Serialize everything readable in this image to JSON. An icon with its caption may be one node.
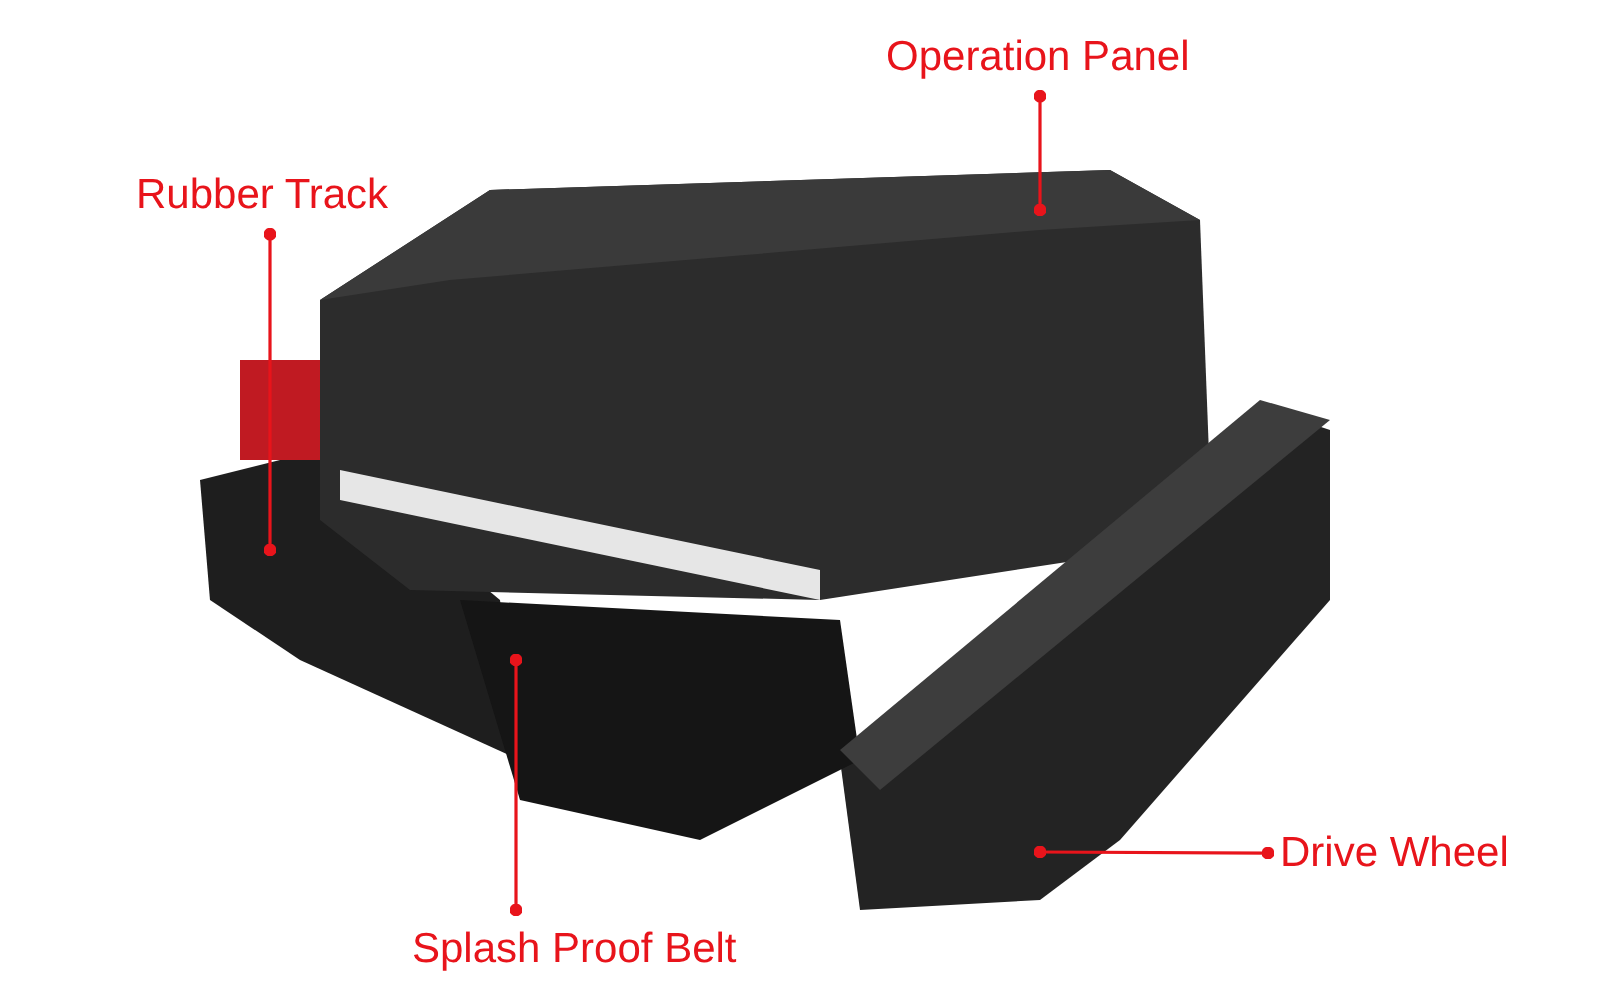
{
  "diagram": {
    "nodes": [
      {
        "text": [
          "Operation Panel"
        ]
      },
      {
        "text": [
          "Rubber Track"
        ]
      },
      {
        "text": [
          "Drive Wheel"
        ]
      },
      {
        "text": [
          "Splash Proof Belt"
        ]
      }
    ],
    "edges": [
      {
        "from": 0,
        "to": null,
        "arrow": "other",
        "color": "#e8141b"
      },
      {
        "from": 1,
        "to": null,
        "arrow": "other",
        "color": "#e8141b"
      },
      {
        "from": 2,
        "to": null,
        "arrow": "other",
        "color": "#e8141b"
      },
      {
        "from": 3,
        "to": null,
        "arrow": "other",
        "color": "#e8141b"
      }
    ]
  }
}
